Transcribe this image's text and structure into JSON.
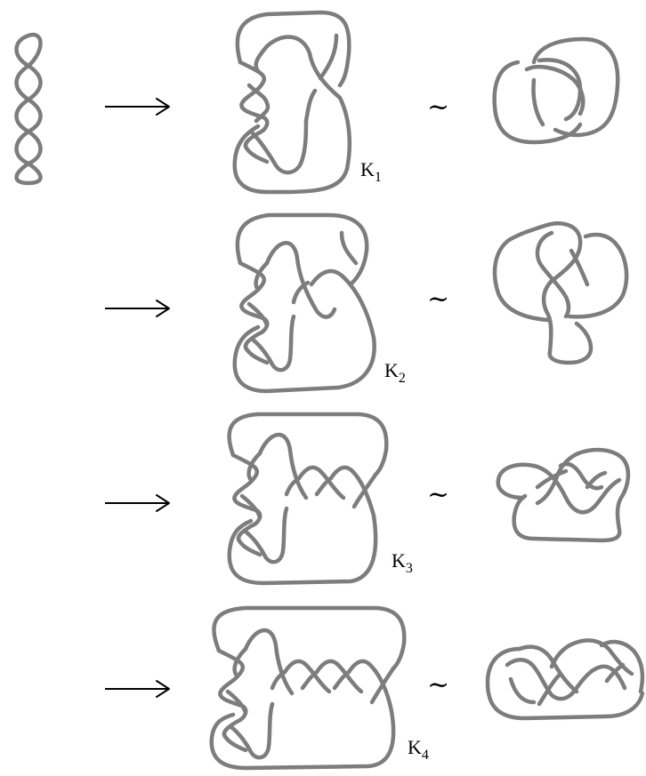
{
  "rows": [
    {
      "label": "K",
      "index": "1",
      "relation": "~"
    },
    {
      "label": "K",
      "index": "2",
      "relation": "~"
    },
    {
      "label": "K",
      "index": "3",
      "relation": "~"
    },
    {
      "label": "K",
      "index": "4",
      "relation": "~"
    }
  ]
}
